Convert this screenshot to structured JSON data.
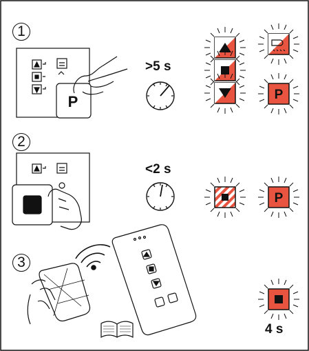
{
  "steps": {
    "one": {
      "number": "1",
      "duration": ">5 s",
      "button": "P"
    },
    "two": {
      "number": "2",
      "duration": "<2 s",
      "button": "P"
    },
    "three": {
      "number": "3",
      "duration": "4 s"
    }
  },
  "colors": {
    "accent": "#e8543f",
    "line": "#111111"
  },
  "icons": [
    "up-arrow-icon",
    "stop-square-icon",
    "down-arrow-icon",
    "wind-sun-sensor-icon",
    "program-p-icon",
    "clock-icon",
    "wireless-signal-icon",
    "manual-book-icon",
    "hand-icon",
    "remote-control-icon"
  ]
}
